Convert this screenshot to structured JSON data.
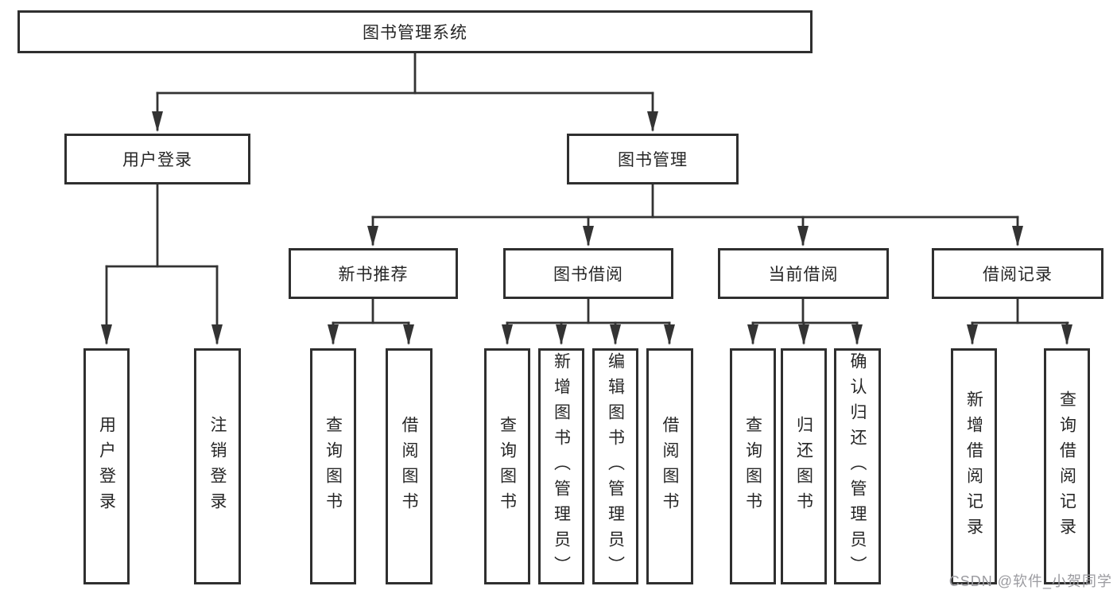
{
  "diagram_title": "图书管理系统",
  "nodes": {
    "root": "图书管理系统",
    "user_login": "用户登录",
    "book_mgmt": "图书管理",
    "new_book_rec": "新书推荐",
    "book_borrow": "图书借阅",
    "current_borrow": "当前借阅",
    "borrow_records": "借阅记录",
    "leaf_user_login": "用户登录",
    "leaf_logout": "注销登录",
    "leaf_rec_query": "查询图书",
    "leaf_rec_borrow": "借阅图书",
    "leaf_bb_query": "查询图书",
    "leaf_bb_add": "新增图书（管理员）",
    "leaf_bb_edit": "编辑图书（管理员）",
    "leaf_bb_borrow": "借阅图书",
    "leaf_cb_query": "查询图书",
    "leaf_cb_return": "归还图书",
    "leaf_cb_confirm": "确认归还（管理员）",
    "leaf_br_add": "新增借阅记录",
    "leaf_br_query": "查询借阅记录"
  },
  "watermark": "CSDN @软件_小贺同学",
  "colors": {
    "line": "#333333",
    "box_border": "#2f2f2f",
    "text": "#262626",
    "watermark": "#9b9ba0",
    "background": "#ffffff"
  }
}
